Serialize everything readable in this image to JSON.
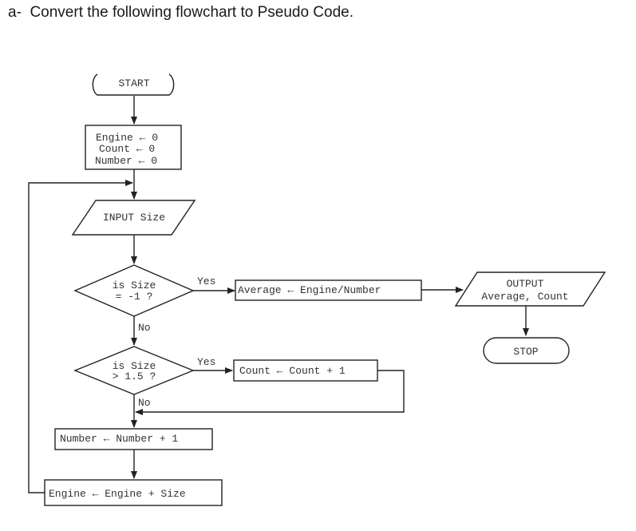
{
  "heading": "a-  Convert the following flowchart to Pseudo Code.",
  "flowchart": {
    "start": "START",
    "init": [
      "Engine ← 0",
      "Count ← 0",
      "Number ← 0"
    ],
    "input": "INPUT Size",
    "decision1": [
      "is Size",
      "= -1 ?"
    ],
    "decision1_yes": "Yes",
    "decision1_no": "No",
    "average": "Average ← Engine/Number",
    "output": [
      "OUTPUT",
      "Average, Count"
    ],
    "stop": "STOP",
    "decision2": [
      "is Size",
      "> 1.5 ?"
    ],
    "decision2_yes": "Yes",
    "decision2_no": "No",
    "count_inc": "Count ← Count + 1",
    "number_inc": "Number ← Number + 1",
    "engine_add": "Engine ← Engine + Size"
  }
}
